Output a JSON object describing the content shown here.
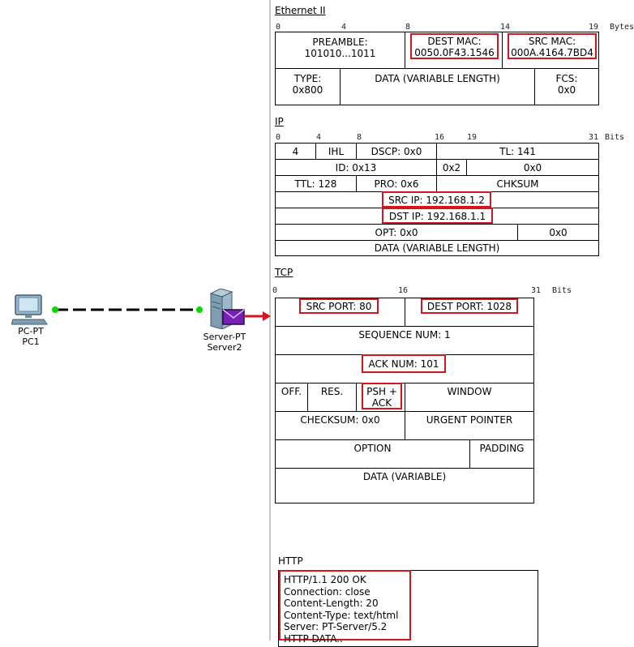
{
  "topology": {
    "pc": {
      "type": "PC-PT",
      "name": "PC1"
    },
    "server": {
      "type": "Server-PT",
      "name": "Server2"
    }
  },
  "ethernet": {
    "title": "Ethernet II",
    "ruler": {
      "t0": "0",
      "t4": "4",
      "t8": "8",
      "t14": "14",
      "t19": "19",
      "unit": "Bytes"
    },
    "preamble": {
      "label": "PREAMBLE:",
      "value": "101010...1011"
    },
    "dest_mac": {
      "label": "DEST MAC:",
      "value": "0050.0F43.1546"
    },
    "src_mac": {
      "label": "SRC MAC:",
      "value": "000A.4164.7BD4"
    },
    "type": {
      "label": "TYPE:",
      "value": "0x800"
    },
    "data": "DATA (VARIABLE LENGTH)",
    "fcs": {
      "label": "FCS:",
      "value": "0x0"
    }
  },
  "ip": {
    "title": "IP",
    "ruler": {
      "t0": "0",
      "t4": "4",
      "t8": "8",
      "t16": "16",
      "t19": "19",
      "t31": "31",
      "unit": "Bits"
    },
    "version": "4",
    "ihl": "IHL",
    "dscp": "DSCP: 0x0",
    "tl": "TL: 141",
    "id": "ID: 0x13",
    "flags": "0x2",
    "frag": "0x0",
    "ttl": "TTL: 128",
    "pro": "PRO: 0x6",
    "chksum": "CHKSUM",
    "src_ip": "SRC IP: 192.168.1.2",
    "dst_ip": "DST IP: 192.168.1.1",
    "opt": "OPT: 0x0",
    "opt_pad": "0x0",
    "data": "DATA (VARIABLE LENGTH)"
  },
  "tcp": {
    "title": "TCP",
    "ruler": {
      "t0": "0",
      "t16": "16",
      "t31": "31",
      "unit": "Bits"
    },
    "src_port": "SRC PORT: 80",
    "dest_port": "DEST PORT: 1028",
    "seq": "SEQUENCE NUM: 1",
    "ack": "ACK NUM: 101",
    "off": "OFF.",
    "res": "RES.",
    "flags_1": "PSH +",
    "flags_2": "ACK",
    "window": "WINDOW",
    "checksum": "CHECKSUM: 0x0",
    "urgent": "URGENT POINTER",
    "option": "OPTION",
    "padding": "PADDING",
    "data": "DATA (VARIABLE)"
  },
  "http": {
    "title": "HTTP",
    "lines": [
      "HTTP/1.1 200 OK",
      "Connection: close",
      "Content-Length: 20",
      "Content-Type: text/html",
      "Server: PT-Server/5.2",
      "HTTP DATA.."
    ]
  },
  "colors": {
    "highlight": "#d4141e",
    "link": "#000000",
    "link_dot": "#00dd00",
    "envelope": "#7a1fb5"
  }
}
